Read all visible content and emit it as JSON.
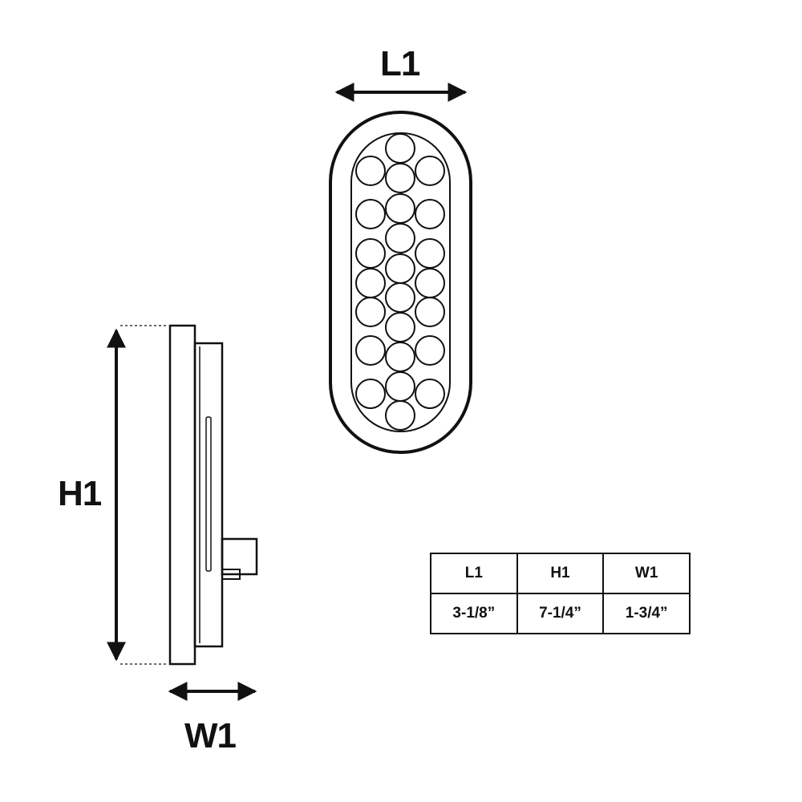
{
  "labels": {
    "length": "L1",
    "height": "H1",
    "width": "W1"
  },
  "table": {
    "headers": [
      "L1",
      "H1",
      "W1"
    ],
    "values": [
      "3-1/8”",
      "7-1/4”",
      "1-3/4”"
    ]
  },
  "colors": {
    "line": "#111111",
    "background": "#ffffff"
  }
}
